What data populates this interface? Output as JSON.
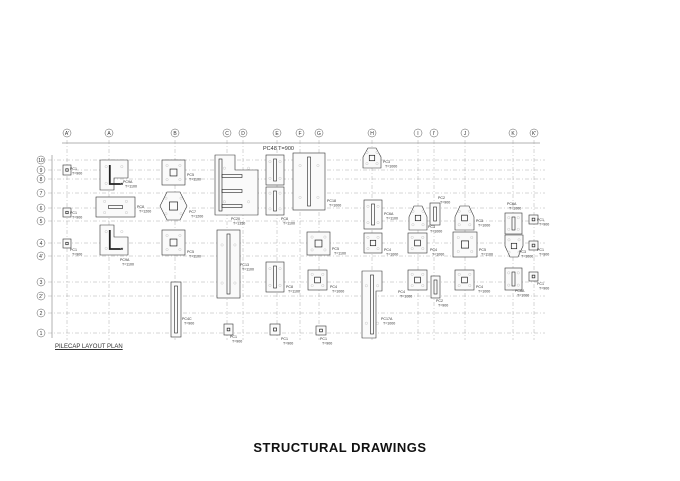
{
  "drawing": {
    "plan_title": "PILECAP LAYOUT PLAN",
    "top_label": "PC48 T=900",
    "footer_title": "STRUCTURAL DRAWINGS",
    "grid_columns": [
      "A'",
      "A",
      "B",
      "C",
      "D",
      "E",
      "F",
      "G",
      "H",
      "I",
      "I'",
      "J",
      "K",
      "K'"
    ],
    "grid_rows": [
      "10",
      "9",
      "8",
      "7",
      "6",
      "5",
      "4",
      "4'",
      "3",
      "2'",
      "2",
      "1"
    ],
    "pilecaps": [
      {
        "name": "PC1",
        "t": "T=900"
      },
      {
        "name": "PC1",
        "t": "T=900"
      },
      {
        "name": "PC1",
        "t": "T=900"
      },
      {
        "name": "PC9A",
        "t": "T=1100"
      },
      {
        "name": "PC8",
        "t": "T=1200"
      },
      {
        "name": "PC9A",
        "t": "T=1100"
      },
      {
        "name": "PC5",
        "t": "T=1100"
      },
      {
        "name": "PC7",
        "t": "T=1200"
      },
      {
        "name": "PC5",
        "t": "T=1100"
      },
      {
        "name": "PC4C",
        "t": "T=900"
      },
      {
        "name": "PC20",
        "t": "T=1350"
      },
      {
        "name": "PC13",
        "t": "T=1100"
      },
      {
        "name": "PC1",
        "t": "T=900"
      },
      {
        "name": "",
        "t": ""
      },
      {
        "name": "PC8",
        "t": "T=1100"
      },
      {
        "name": "PC8",
        "t": "T=1100"
      },
      {
        "name": "PC1",
        "t": "T=900"
      },
      {
        "name": "PC18",
        "t": "T=1000"
      },
      {
        "name": "PC5",
        "t": "T=1100"
      },
      {
        "name": "PC4",
        "t": "T=1000"
      },
      {
        "name": "PC1",
        "t": "T=900"
      },
      {
        "name": "PC3",
        "t": "T=1000"
      },
      {
        "name": "PC6A",
        "t": "T=1100"
      },
      {
        "name": "PC4",
        "t": "T=1000"
      },
      {
        "name": "PC17A",
        "t": "T=1000"
      },
      {
        "name": "PC3",
        "t": "T=1000"
      },
      {
        "name": "PC2",
        "t": "T=900"
      },
      {
        "name": "PC4",
        "t": "T=1000"
      },
      {
        "name": "PC4",
        "t": "T=1000"
      },
      {
        "name": "PC2",
        "t": "T=900"
      },
      {
        "name": "PC3",
        "t": "T=1000"
      },
      {
        "name": "PC5",
        "t": "T=1100"
      },
      {
        "name": "PC4",
        "t": "T=1000"
      },
      {
        "name": "PC6A",
        "t": "T=1000"
      },
      {
        "name": "PC3",
        "t": "T=1000"
      },
      {
        "name": "PC6A",
        "t": "T=1000"
      },
      {
        "name": "PC1",
        "t": "T=900"
      },
      {
        "name": "PC1",
        "t": "T=900"
      },
      {
        "name": "PC1",
        "t": "T=900"
      }
    ]
  }
}
